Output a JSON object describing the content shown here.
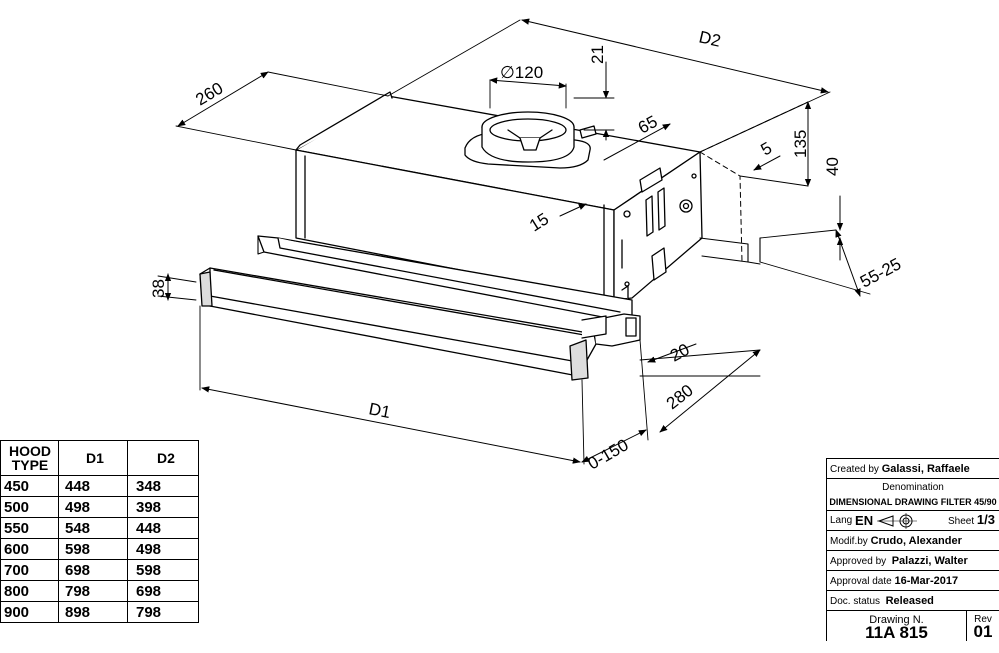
{
  "dimensions": {
    "d2": "D2",
    "d260": "260",
    "dia120": "∅120",
    "d21": "21",
    "d65": "65",
    "d135": "135",
    "d5": "5",
    "d40": "40",
    "d15": "15",
    "d5525": "55-25",
    "d38": "38",
    "d20": "20",
    "d280": "280",
    "d1": "D1",
    "d0150": "0-150"
  },
  "hood_table": {
    "headers": [
      "HOOD TYPE",
      "D1",
      "D2"
    ],
    "rows": [
      [
        "450",
        "448",
        "348"
      ],
      [
        "500",
        "498",
        "398"
      ],
      [
        "550",
        "548",
        "448"
      ],
      [
        "600",
        "598",
        "498"
      ],
      [
        "700",
        "698",
        "598"
      ],
      [
        "800",
        "798",
        "698"
      ],
      [
        "900",
        "898",
        "798"
      ]
    ]
  },
  "title_block": {
    "created_label": "Created by",
    "created_value": "Galassi, Raffaele",
    "denomination_label": "Denomination",
    "denomination_value": "DIMENSIONAL DRAWING FILTER 45/90",
    "lang_label": "Lang",
    "lang_value": "EN",
    "sheet_label": "Sheet",
    "sheet_value": "1/3",
    "modified_label": "Modif.by",
    "modified_value": "Crudo, Alexander",
    "approved_label": "Approved by",
    "approved_value": "Palazzi, Walter",
    "approval_date_label": "Approval date",
    "approval_date_value": "16-Mar-2017",
    "doc_status_label": "Doc. status",
    "doc_status_value": "Released",
    "drawing_label": "Drawing N.",
    "drawing_value": "11A 815",
    "rev_label": "Rev",
    "rev_value": "01"
  }
}
